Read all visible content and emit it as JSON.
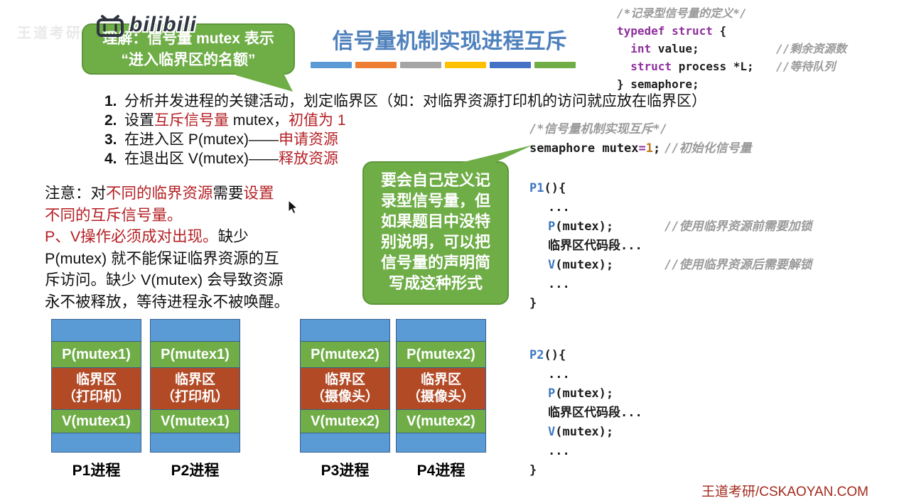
{
  "watermarks": {
    "faint_text": "王道考研",
    "bilibili_label": "bilibili"
  },
  "bubble1": {
    "line1": "理解：信号量 mutex 表示",
    "line2": "“进入临界区的名额”"
  },
  "title": {
    "text": "信号量机制实现进程互斥"
  },
  "colors": {
    "bar_styles": [
      "background:#5b9bd5",
      "background:#ed7d31",
      "background:#a5a5a5",
      "background:#ffc000",
      "background:#4472c4",
      "background:#70ad47"
    ],
    "accent_green": "#70ad47",
    "accent_blue": "#5b9bd5",
    "accent_red_band": "#b24a26",
    "red_text": "#b52025",
    "title_blue": "#4f81bd",
    "keyword_purple": "#8e2f9c",
    "function_blue": "#3c78c0",
    "comment_gray": "#9a9a9a",
    "footer_red": "#a32a1d"
  },
  "def_code": {
    "comment": "/*记录型信号量的定义*/",
    "l1_kw": "typedef struct",
    "l1_rest": " {",
    "l2_kw": "  int",
    "l2_code": " value;",
    "l2_cmt": "//剩余资源数",
    "l3_kw": "  struct",
    "l3_code": " process *L;",
    "l3_cmt": "//等待队列",
    "l4": "} semaphore;"
  },
  "steps": [
    {
      "num": "1.",
      "t1": "分析并发进程的关键活动，划定临界区（如：对临界资源打印机的访问就应放在临界区）"
    },
    {
      "num": "2.",
      "t1": "设置",
      "r1": "互斥信号量",
      "t2": " mutex，",
      "r2": "初值为 1"
    },
    {
      "num": "3.",
      "t1": "在进入区 P(mutex)——",
      "r1": "申请资源"
    },
    {
      "num": "4.",
      "t1": "在退出区 V(mutex)——",
      "r1": "释放资源"
    }
  ],
  "note": {
    "l1a": "注意：对",
    "l1b": "不同的临界资源",
    "l1c": "需要",
    "l1d": "设置",
    "l2": "不同的互斥信号量。",
    "l3a": "P、V操作必须成对出现。",
    "l3b": "缺少",
    "l4": "P(mutex) 就不能保证临界资源的互",
    "l5": "斥访问。缺少 V(mutex) 会导致资源",
    "l6": "永不被释放，等待进程永不被唤醒。"
  },
  "bubble2": {
    "lines": [
      "要会自己定义记",
      "录型信号量，但",
      "如果题目中没特",
      "别说明，可以把",
      "信号量的声明简",
      "写成这种形式"
    ]
  },
  "mutex_code": {
    "comment": "/*信号量机制实现互斥*/",
    "code_plain": "semaphore mutex",
    "code_op": "=",
    "code_num": "1",
    "code_end": ";",
    "cmt": "//初始化信号量"
  },
  "p1_code": {
    "fn": "P1",
    "open": "(){",
    "dots1": "...",
    "p_fn": "P",
    "p_rest": "(mutex);",
    "p_cmt": "//使用临界资源前需要加锁",
    "cs": "临界区代码段...",
    "v_fn": "V",
    "v_rest": "(mutex);",
    "v_cmt": "//使用临界资源后需要解锁",
    "dots2": "...",
    "close": "}"
  },
  "p2_code": {
    "fn": "P2",
    "open": "(){",
    "dots1": "...",
    "p_fn": "P",
    "p_rest": "(mutex);",
    "cs": "临界区代码段...",
    "v_fn": "V",
    "v_rest": "(mutex);",
    "dots2": "...",
    "close": "}"
  },
  "diagrams": [
    {
      "p": "P(mutex1)",
      "cs1": "临界区",
      "cs2": "（打印机）",
      "v": "V(mutex1)",
      "caption": "P1进程"
    },
    {
      "p": "P(mutex1)",
      "cs1": "临界区",
      "cs2": "（打印机）",
      "v": "V(mutex1)",
      "caption": "P2进程"
    },
    {
      "p": "P(mutex2)",
      "cs1": "临界区",
      "cs2": "（摄像头）",
      "v": "V(mutex2)",
      "caption": "P3进程"
    },
    {
      "p": "P(mutex2)",
      "cs1": "临界区",
      "cs2": "（摄像头）",
      "v": "V(mutex2)",
      "caption": "P4进程"
    }
  ],
  "footer": {
    "brand": "王道考研/CSKAOYAN.COM"
  }
}
